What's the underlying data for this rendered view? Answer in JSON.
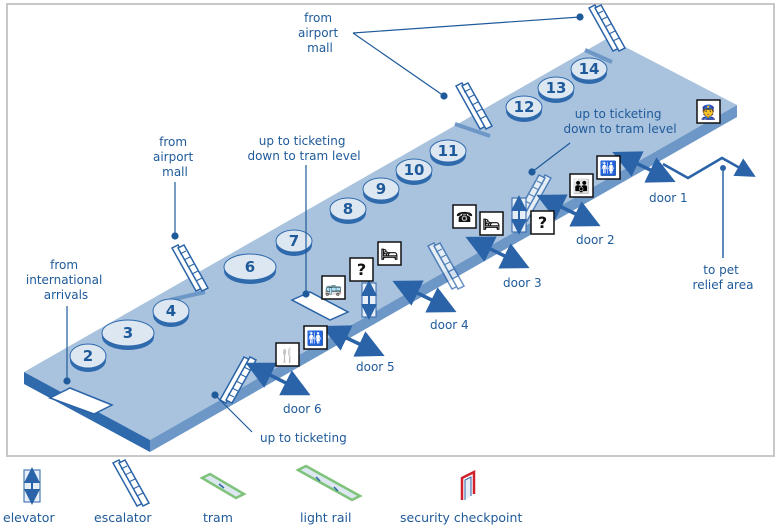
{
  "colors": {
    "floor_top": "#a9c3de",
    "floor_side": "#2f6aad",
    "floor_edge": "#6d97c6",
    "accent": "#1f5a9a",
    "gate_fill": "#dde7f2",
    "frame": "#c8c8c8",
    "tram_outline": "#7fc27a",
    "security": "#d0202e"
  },
  "gates": [
    {
      "label": "2"
    },
    {
      "label": "3"
    },
    {
      "label": "4"
    },
    {
      "label": "6"
    },
    {
      "label": "7"
    },
    {
      "label": "8"
    },
    {
      "label": "9"
    },
    {
      "label": "10"
    },
    {
      "label": "11"
    },
    {
      "label": "12"
    },
    {
      "label": "13"
    },
    {
      "label": "14"
    }
  ],
  "doors": [
    {
      "label": "door 1"
    },
    {
      "label": "door 2"
    },
    {
      "label": "door 3"
    },
    {
      "label": "door 4"
    },
    {
      "label": "door 5"
    },
    {
      "label": "door 6"
    }
  ],
  "callouts": {
    "mall_top": [
      "from",
      "airport",
      "mall"
    ],
    "mall_left": [
      "from",
      "airport",
      "mall"
    ],
    "intl": [
      "from",
      "international",
      "arrivals"
    ],
    "tram_mid": [
      "up to ticketing",
      "down to tram level"
    ],
    "tram_right": [
      "up to ticketing",
      "down to tram level"
    ],
    "ticketing_bottom": "up to ticketing",
    "pet": [
      "to pet",
      "relief area"
    ]
  },
  "amenities": {
    "restroom": "restroom-icon",
    "family_restroom": "family-restroom-icon",
    "info": "information-icon",
    "hotel": "hotel-info-icon",
    "phone": "telephone-icon",
    "restaurant": "restaurant-icon",
    "ground_transport": "ground-transportation-icon",
    "police": "police-icon"
  },
  "legend": [
    {
      "icon": "elevator",
      "label": "elevator"
    },
    {
      "icon": "escalator",
      "label": "escalator"
    },
    {
      "icon": "tram",
      "label": "tram"
    },
    {
      "icon": "light-rail",
      "label": "light rail"
    },
    {
      "icon": "security",
      "label": "security checkpoint"
    }
  ]
}
